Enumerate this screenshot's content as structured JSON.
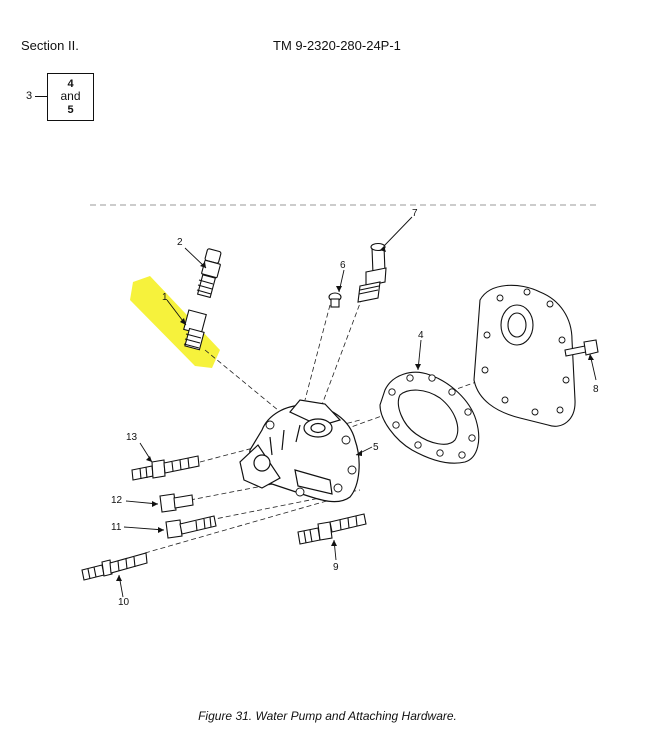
{
  "header": {
    "section": "Section II.",
    "tm_number": "TM 9-2320-280-24P-1"
  },
  "figure_ref": {
    "number": "3",
    "line1": "4",
    "line2": "and",
    "line3": "5"
  },
  "callouts": {
    "c1": "1",
    "c2": "2",
    "c3": "3",
    "c4": "4",
    "c5": "5",
    "c6": "6",
    "c7": "7",
    "c8": "8",
    "c9": "9",
    "c10": "10",
    "c11": "11",
    "c12": "12",
    "c13": "13"
  },
  "highlight_color": "#f5f01a",
  "caption": "Figure 31.  Water Pump and Attaching Hardware."
}
